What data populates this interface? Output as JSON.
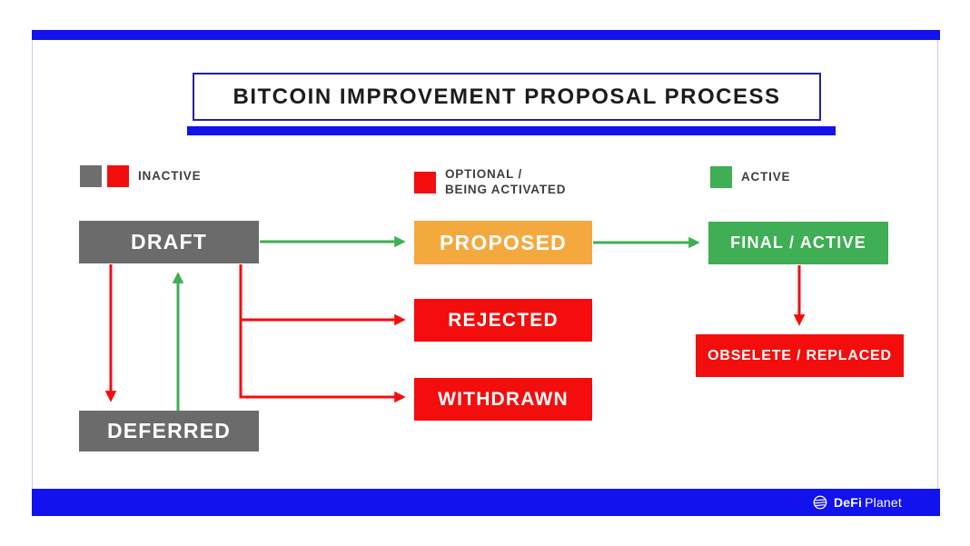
{
  "title": "BITCOIN IMPROVEMENT PROPOSAL PROCESS",
  "legend": {
    "inactive": {
      "label": "INACTIVE",
      "swatches": [
        "#6e6e6e",
        "#f40d0d"
      ]
    },
    "optional": {
      "label": "OPTIONAL /\nBEING ACTIVATED",
      "swatches": [
        "#f40d0d"
      ]
    },
    "active": {
      "label": "ACTIVE",
      "swatches": [
        "#3fae54"
      ]
    }
  },
  "nodes": {
    "draft": {
      "label": "DRAFT",
      "color": "#6b6b6b"
    },
    "proposed": {
      "label": "PROPOSED",
      "color": "#f4a93f"
    },
    "final": {
      "label": "FINAL / ACTIVE",
      "color": "#3fae54"
    },
    "rejected": {
      "label": "REJECTED",
      "color": "#f40d0d"
    },
    "withdrawn": {
      "label": "WITHDRAWN",
      "color": "#f40d0d"
    },
    "deferred": {
      "label": "DEFERRED",
      "color": "#6b6b6b"
    },
    "obselete": {
      "label": "OBSELETE / REPLACED",
      "color": "#f40d0d"
    }
  },
  "edges": [
    {
      "from": "DRAFT",
      "to": "PROPOSED",
      "color": "green"
    },
    {
      "from": "PROPOSED",
      "to": "FINAL / ACTIVE",
      "color": "green"
    },
    {
      "from": "DRAFT",
      "to": "DEFERRED",
      "color": "red"
    },
    {
      "from": "DEFERRED",
      "to": "DRAFT",
      "color": "green"
    },
    {
      "from": "DRAFT",
      "to": "REJECTED",
      "color": "red"
    },
    {
      "from": "DRAFT",
      "to": "WITHDRAWN",
      "color": "red"
    },
    {
      "from": "FINAL / ACTIVE",
      "to": "OBSELETE / REPLACED",
      "color": "red"
    }
  ],
  "colors": {
    "accent_blue": "#1212ef",
    "arrow_green": "#3fae54",
    "arrow_red": "#f40d0d"
  },
  "footer": {
    "brand_bold": "DeFi",
    "brand_regular": "Planet"
  }
}
